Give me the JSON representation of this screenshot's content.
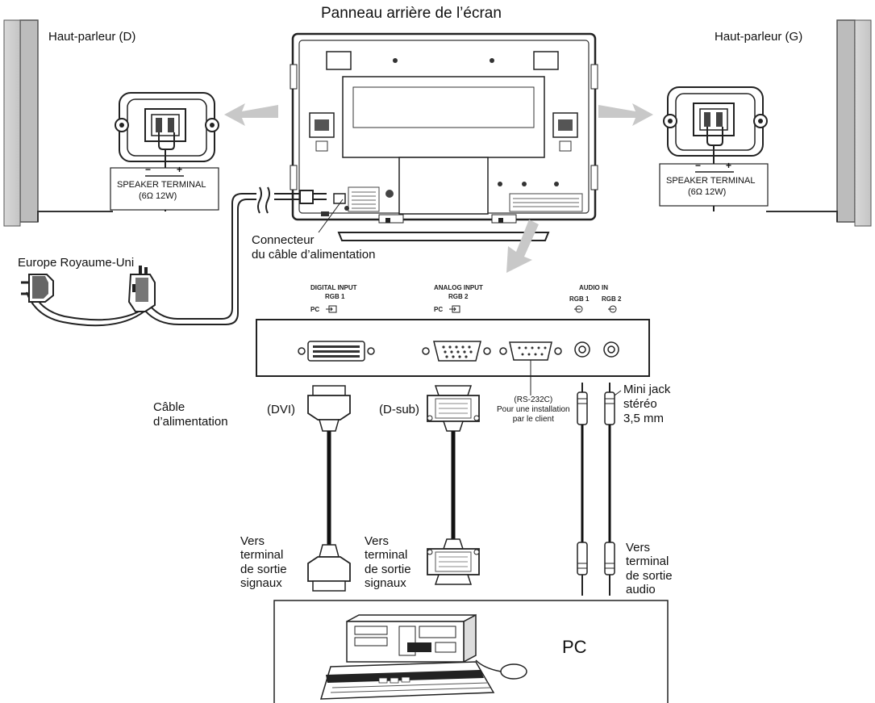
{
  "title": "Panneau arrière de l’écran",
  "speakers": {
    "right_label": "Haut-parleur (D)",
    "left_label": "Haut-parleur (G)",
    "terminal_label": "SPEAKER TERMINAL",
    "terminal_spec": "(6Ω 12W)",
    "polarity_minus": "−",
    "polarity_plus": "+"
  },
  "power": {
    "plug_region": "Europe Royaume-Uni",
    "connector_label": "Connecteur\ndu câble d’alimentation",
    "cable_label": "Câble\nd’alimentation"
  },
  "panel": {
    "digital_input": "DIGITAL INPUT",
    "digital_rgb": "RGB 1",
    "digital_pc": "PC",
    "analog_input": "ANALOG INPUT",
    "analog_rgb": "RGB 2",
    "analog_pc": "PC",
    "audio_in": "AUDIO IN",
    "audio_rgb1": "RGB 1",
    "audio_rgb2": "RGB 2"
  },
  "cables": {
    "dvi": "(DVI)",
    "dsub": "(D-sub)",
    "rs232c": "(RS-232C)\nPour une installation\npar le client",
    "minijack": "Mini jack\nstéréo\n3,5 mm",
    "to_signal_dvi": "Vers\nterminal\nde sortie\nsignaux",
    "to_signal_dsub": "Vers\nterminal\nde sortie\nsignaux",
    "to_audio": "Vers\nterminal\nde sortie\naudio"
  },
  "pc_label": "PC"
}
